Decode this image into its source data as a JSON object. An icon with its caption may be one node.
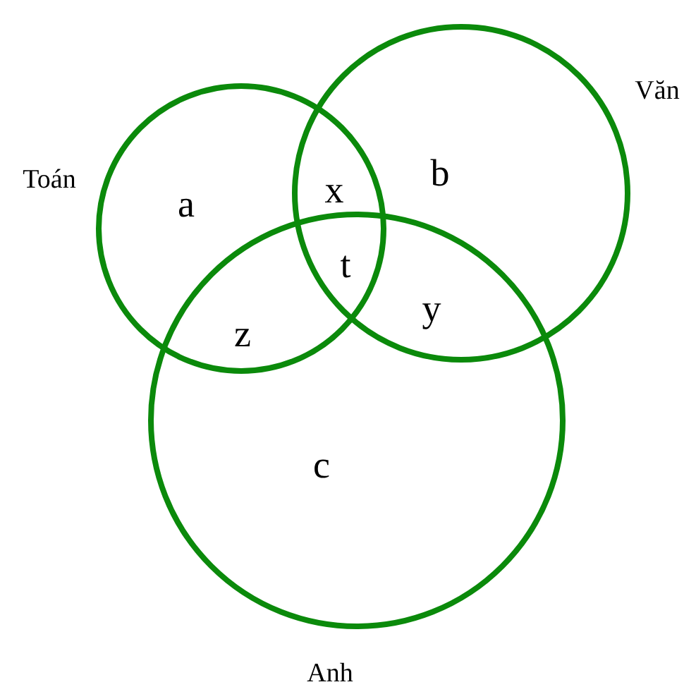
{
  "diagram": {
    "nodes": [
      {
        "text": [
          "Toán"
        ]
      },
      {
        "text": [
          "Văn"
        ]
      },
      {
        "text": [
          "Anh"
        ]
      }
    ],
    "labels": [
      "a",
      "x",
      "b",
      "t",
      "z",
      "y",
      "c"
    ]
  }
}
